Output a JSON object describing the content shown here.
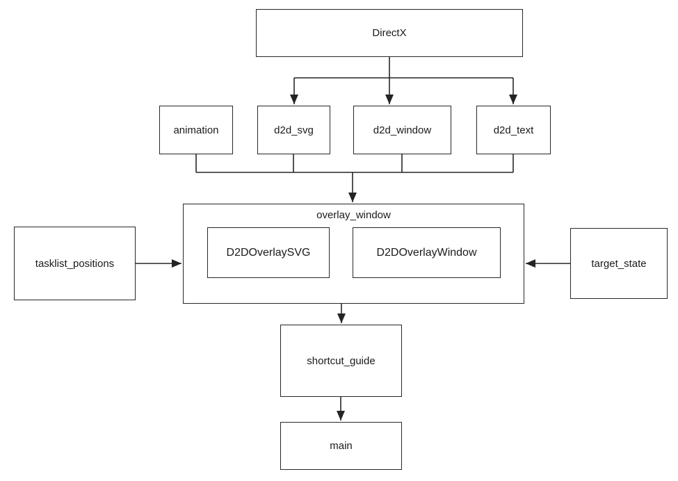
{
  "diagram": {
    "nodes": {
      "directx": "DirectX",
      "animation": "animation",
      "d2d_svg": "d2d_svg",
      "d2d_window": "d2d_window",
      "d2d_text": "d2d_text",
      "overlay_window": "overlay_window",
      "d2d_overlay_svg": "D2DOverlaySVG",
      "d2d_overlay_window": "D2DOverlayWindow",
      "tasklist_positions": "tasklist_positions",
      "target_state": "target_state",
      "shortcut_guide": "shortcut_guide",
      "main": "main"
    },
    "edges": [
      {
        "from": "DirectX",
        "to": "d2d_svg"
      },
      {
        "from": "DirectX",
        "to": "d2d_window"
      },
      {
        "from": "DirectX",
        "to": "d2d_text"
      },
      {
        "from": "animation",
        "to": "overlay_window"
      },
      {
        "from": "d2d_svg",
        "to": "overlay_window"
      },
      {
        "from": "d2d_window",
        "to": "overlay_window"
      },
      {
        "from": "d2d_text",
        "to": "overlay_window"
      },
      {
        "from": "tasklist_positions",
        "to": "overlay_window"
      },
      {
        "from": "target_state",
        "to": "overlay_window"
      },
      {
        "from": "overlay_window",
        "to": "shortcut_guide"
      },
      {
        "from": "shortcut_guide",
        "to": "main"
      }
    ],
    "colors": {
      "line": "#262626",
      "box_border": "#262626",
      "box_fill": "#ffffff",
      "text": "#1a1a1a",
      "background": "#ffffff"
    }
  }
}
